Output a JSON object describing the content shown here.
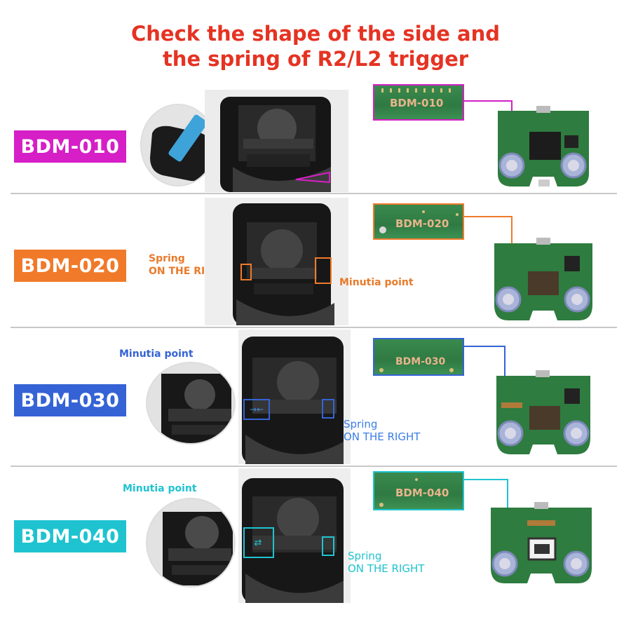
{
  "title": {
    "line1": "Check the shape of the side and",
    "line2": "the spring of R2/L2 trigger"
  },
  "colors": {
    "title": "#e53323",
    "bdm010": "#d61fc6",
    "bdm020": "#f07a2a",
    "bdm030": "#3563d6",
    "bdm040": "#1fc3d0"
  },
  "rows": [
    {
      "badge": "BDM-010",
      "strip_label": "BDM-010"
    },
    {
      "badge": "BDM-020",
      "strip_label": "BDM-020",
      "spring_line1": "Spring",
      "spring_line2": "ON THE RIGHT",
      "minutia": "Minutia point"
    },
    {
      "badge": "BDM-030",
      "strip_label": "BDM-030",
      "spring_line1": "Spring",
      "spring_line2": "ON THE RIGHT",
      "minutia": "Minutia point"
    },
    {
      "badge": "BDM-040",
      "strip_label": "BDM-040",
      "spring_line1": "Spring",
      "spring_line2": "ON THE RIGHT",
      "minutia": "Minutia point"
    }
  ]
}
